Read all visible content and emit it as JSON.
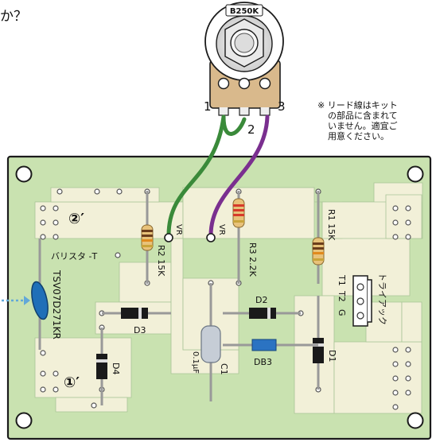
{
  "header_fragment": "か？",
  "potentiometer": {
    "model": "B250K",
    "pin_1": "1",
    "pin_2": "2",
    "pin_3": "3",
    "pin_2_callout": "2"
  },
  "note": {
    "line1": "※ リード線はキット",
    "line2": "の部品に含まれて",
    "line3": "いません。適宜ご",
    "line4": "用意ください。"
  },
  "board": {
    "marker_2": "②′",
    "marker_1": "①′",
    "varistor_label": "バリスタ -T",
    "varistor_part": "TSV07D271KR",
    "vr_left": "VR",
    "vr_right": "VR",
    "r2": "R2 15K",
    "r3": "R3 2.2K",
    "r1": "R1 15K",
    "d3": "D3",
    "d2": "D2",
    "d4": "D4",
    "d1": "D1",
    "db3": "DB3",
    "c1": "C1",
    "c1_value": "0.1μF",
    "t1": "T1",
    "t2": "T2",
    "g": "G",
    "triac": "トライアック"
  },
  "colors": {
    "board": "#c9e2b0",
    "copper": "#f2f0d8",
    "wire_green": "#3a8a3a",
    "wire_purple": "#7a2f8f",
    "varistor_blue": "#1f6fb8",
    "db3_blue": "#2b73c2",
    "capacitor": "#c6cdd6",
    "resistor_body": "#e8c27a"
  }
}
